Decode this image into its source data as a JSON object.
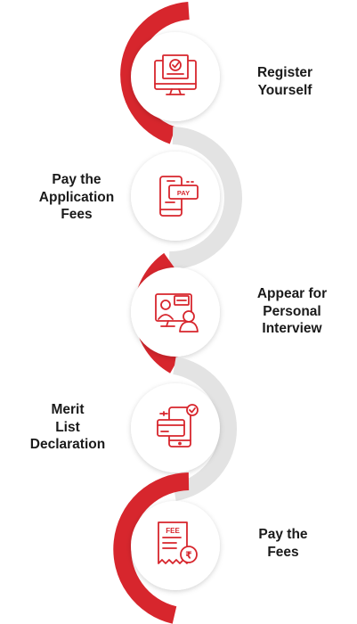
{
  "colors": {
    "red": "#d7262d",
    "gray": "#e3e3e3",
    "icon": "#d7262d",
    "text": "#1a1a1a"
  },
  "steps": [
    {
      "lines": [
        "Register",
        "Yourself"
      ],
      "icon": "monitor-checklist-icon",
      "arc_color": "red",
      "text_side": "right"
    },
    {
      "lines": [
        "Pay the",
        "Application",
        "Fees"
      ],
      "icon": "mobile-pay-icon",
      "arc_color": "gray",
      "text_side": "left",
      "icon_text": "PAY"
    },
    {
      "lines": [
        "Appear for",
        "Personal",
        "Interview"
      ],
      "icon": "video-interview-icon",
      "arc_color": "red",
      "text_side": "right"
    },
    {
      "lines": [
        "Merit",
        "List",
        "Declaration"
      ],
      "icon": "mobile-card-check-icon",
      "arc_color": "gray",
      "text_side": "left"
    },
    {
      "lines": [
        "Pay the",
        "Fees"
      ],
      "icon": "fee-receipt-rupee-icon",
      "arc_color": "red",
      "text_side": "right",
      "icon_text": "FEE",
      "icon_symbol": "₹"
    }
  ]
}
